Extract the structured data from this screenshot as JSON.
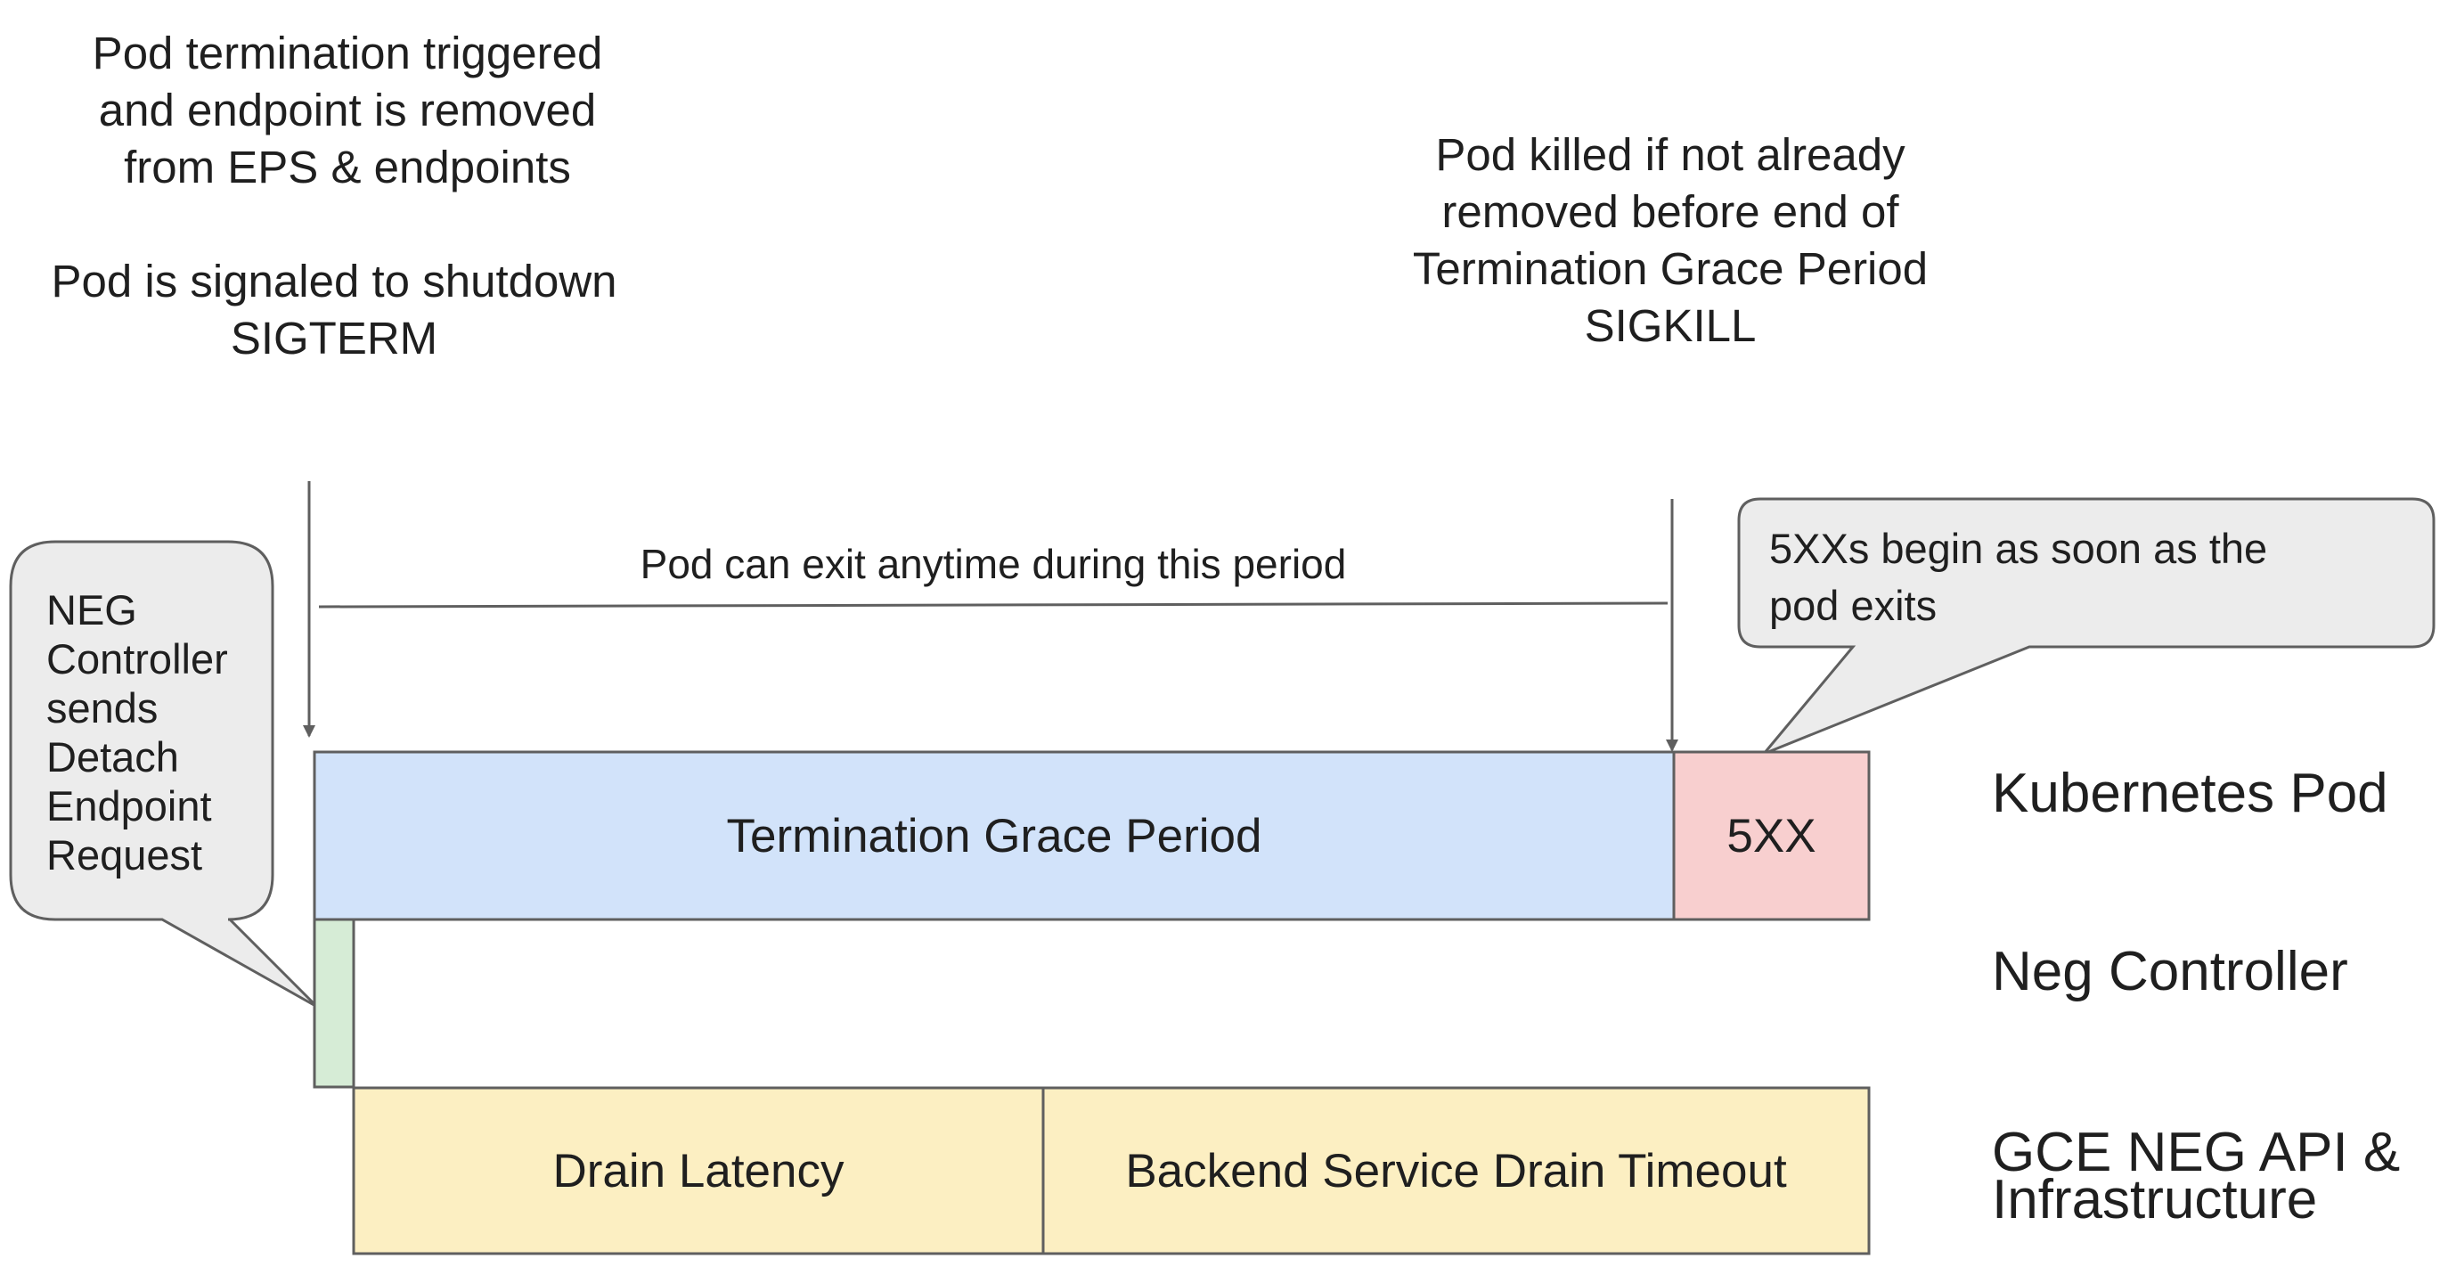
{
  "annotations": {
    "termination_trigger": "Pod termination triggered\nand endpoint is removed\nfrom EPS & endpoints",
    "sigterm": "Pod is signaled to shutdown\nSIGTERM",
    "sigkill": "Pod killed if not already\nremoved before end of\nTermination Grace Period\nSIGKILL",
    "exit_period": "Pod can exit anytime during this period"
  },
  "callouts": {
    "neg_controller": "NEG\nController\nsends\nDetach\nEndpoint\nRequest",
    "five_xx": "5XXs begin as soon as the\npod exits"
  },
  "bars": {
    "termination_grace_period": "Termination Grace Period",
    "five_xx": "5XX",
    "drain_latency": "Drain Latency",
    "backend_service_drain_timeout": "Backend Service Drain Timeout"
  },
  "rows": {
    "kubernetes_pod": "Kubernetes Pod",
    "neg_controller": "Neg Controller",
    "gce_neg_api": "GCE NEG API &\nInfrastructure"
  },
  "colors": {
    "grace_period_fill": "#d2e3fa",
    "five_xx_fill": "#f8cfcf",
    "neg_controller_fill": "#d6ecd6",
    "drain_fill": "#fcefc2",
    "callout_fill": "#ececec",
    "stroke": "#5f5f5f"
  }
}
